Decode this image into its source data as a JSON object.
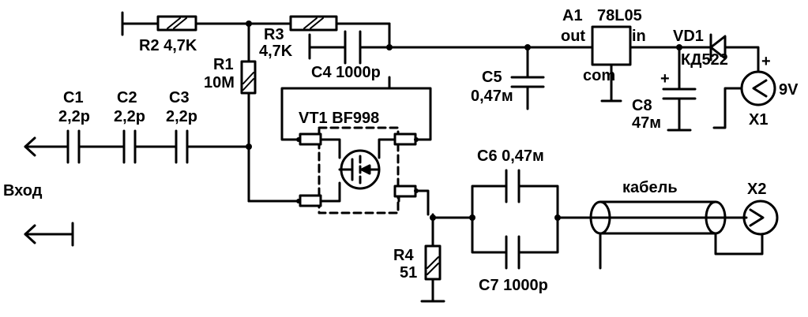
{
  "labels": {
    "r2": "R2 4,7K",
    "r3_name": "R3",
    "r3_value": "4,7K",
    "c4": "C4 1000p",
    "r1_name": "R1",
    "r1_value": "10M",
    "c1_name": "C1",
    "c1_value": "2,2p",
    "c2_name": "C2",
    "c2_value": "2,2p",
    "c3_name": "C3",
    "c3_value": "2,2p",
    "vt1": "VT1 BF998",
    "input": "Вход",
    "a1_name": "A1",
    "a1_part": "78L05",
    "a1_out": "out",
    "a1_in": "in",
    "a1_com": "com",
    "vd1_name": "VD1",
    "vd1_part": "КД522",
    "c5_name": "C5",
    "c5_value": "0,47м",
    "c8_name": "C8",
    "c8_value": "47м",
    "battery": "9V",
    "x1": "X1",
    "c6": "C6 0,47м",
    "c7": "C7 1000p",
    "cable": "кабель",
    "x2": "X2",
    "r4_name": "R4",
    "r4_value": "51",
    "plus_c8": "+",
    "plus_batt": "+"
  }
}
